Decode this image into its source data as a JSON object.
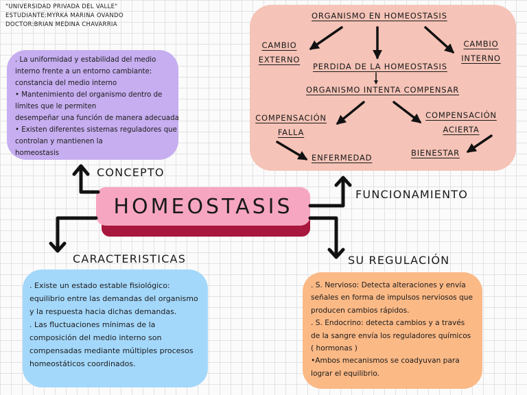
{
  "header": {
    "university": "\"UNIVERSIDAD PRIVADA DEL VALLE\"",
    "student": "ESTUDIANTE:MYRKA MARINA OVANDO",
    "doctor": "DOCTOR:BRIAN MEDINA CHAVARRIA"
  },
  "central": {
    "title": "HOMEOSTASIS"
  },
  "labels": {
    "concepto": "CONCEPTO",
    "caracteristicas": "CARACTERISTICAS",
    "funcionamiento": "FUNCIONAMIENTO",
    "regulacion": "SU REGULACIÓN"
  },
  "concepto_box": {
    "lines": [
      ". La uniformidad y estabilidad del medio",
      "interno frente a un entorno cambiante:",
      "constancia del medio interno",
      "• Mantenimiento del organismo dentro de",
      "límites que le permiten",
      "desempeñar una función de manera adecuada",
      "• Existen diferentes sistemas reguladores que",
      "controlan y mantienen la",
      "homeostasis"
    ]
  },
  "caracteristicas_box": {
    "lines": [
      ". Existe un estado estable fisiológico:",
      "equilibrio entre las demandas del organismo",
      "y la respuesta hacia dichas demandas.",
      ". Las fluctuaciones mínimas de la",
      "composición del medio interno son",
      "compensadas mediante múltiples procesos",
      "homeostáticos coordinados."
    ]
  },
  "regulacion_box": {
    "lines": [
      ". S. Nervioso: Detecta alteraciones y envía",
      "señales en forma de impulsos nerviosos que",
      "producen cambios rápidos.",
      ". S. Endocrino: detecta cambios y a través",
      "de la sangre envía los reguladores químicos",
      "( hormonas )",
      "•Ambos mecanismos se coadyuvan para",
      "lograr el equilibrio."
    ]
  },
  "flow": {
    "top": "ORGANISMO EN HOMEOSTASIS",
    "cambio_externo": [
      "CAMBIO",
      "EXTERNO"
    ],
    "cambio_interno": [
      "CAMBIO",
      "INTERNO"
    ],
    "perdida": "PERDIDA DE LA HOMEOSTASIS",
    "compensar": "ORGANISMO INTENTA COMPENSAR",
    "falla": [
      "COMPENSACIÓN",
      "FALLA"
    ],
    "acierta": [
      "COMPENSACIÓN",
      "ACIERTA"
    ],
    "enfermedad": "ENFERMEDAD",
    "bienestar": "BIENESTAR"
  },
  "colors": {
    "concepto_box": "#c6aef0",
    "caracteristicas_box": "#a4d8fb",
    "regulacion_box": "#fbb986",
    "funcionamiento_box": "#f5c3b7",
    "central_pill": "#f7a6c1",
    "central_shadow": "#a8173e"
  }
}
